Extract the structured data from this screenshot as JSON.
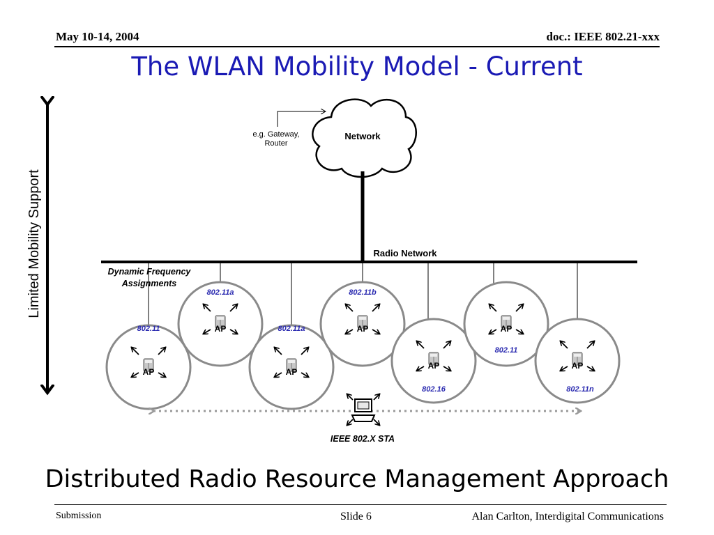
{
  "header": {
    "date": "May 10-14, 2004",
    "doc": "doc.: IEEE 802.21-xxx"
  },
  "title": "The WLAN Mobility Model - Current",
  "axis_label": "Limited Mobility Support",
  "cloud": {
    "label": "Network",
    "note_line1": "e.g. Gateway,",
    "note_line2": "Router"
  },
  "backbone_label": "Radio Network",
  "dfa_line1": "Dynamic Frequency",
  "dfa_line2": "Assignments",
  "ap_label": "AP",
  "aps": [
    {
      "std": "802.11"
    },
    {
      "std": "802.11a"
    },
    {
      "std": "802.11a"
    },
    {
      "std": "802.11b"
    },
    {
      "std": "802.16"
    },
    {
      "std": "802.11"
    },
    {
      "std": "802.11n"
    }
  ],
  "sta_label": "IEEE 802.X STA",
  "subtitle": "Distributed Radio Resource Management Approach",
  "footer": {
    "left": "Submission",
    "middle": "Slide 6",
    "right": "Alan Carlton, Interdigital Communications"
  },
  "colors": {
    "title": "#1a1ab4",
    "standard_label": "#2a2ab0",
    "dotted_arrow": "#9a9a9a",
    "circle": "#8a8a8a"
  }
}
